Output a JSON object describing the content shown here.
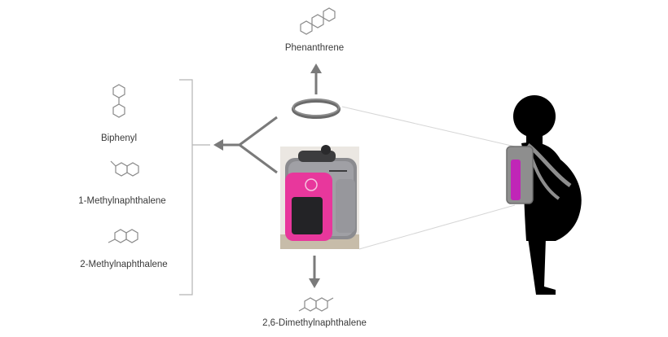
{
  "compounds": {
    "phenanthrene": "Phenanthrene",
    "biphenyl": "Biphenyl",
    "methylnaphthalene_1": "1-Methylnaphthalene",
    "methylnaphthalene_2": "2-Methylnaphthalene",
    "dimethylnaphthalene_26": "2,6-Dimethylnaphthalene"
  },
  "colors": {
    "accent_pink": "#e8379c",
    "gray": "#7a7a7a",
    "silhouette": "#000000"
  },
  "icons": [
    "wristband-icon",
    "backpack-sampler-photo",
    "person-silhouette-icon"
  ]
}
